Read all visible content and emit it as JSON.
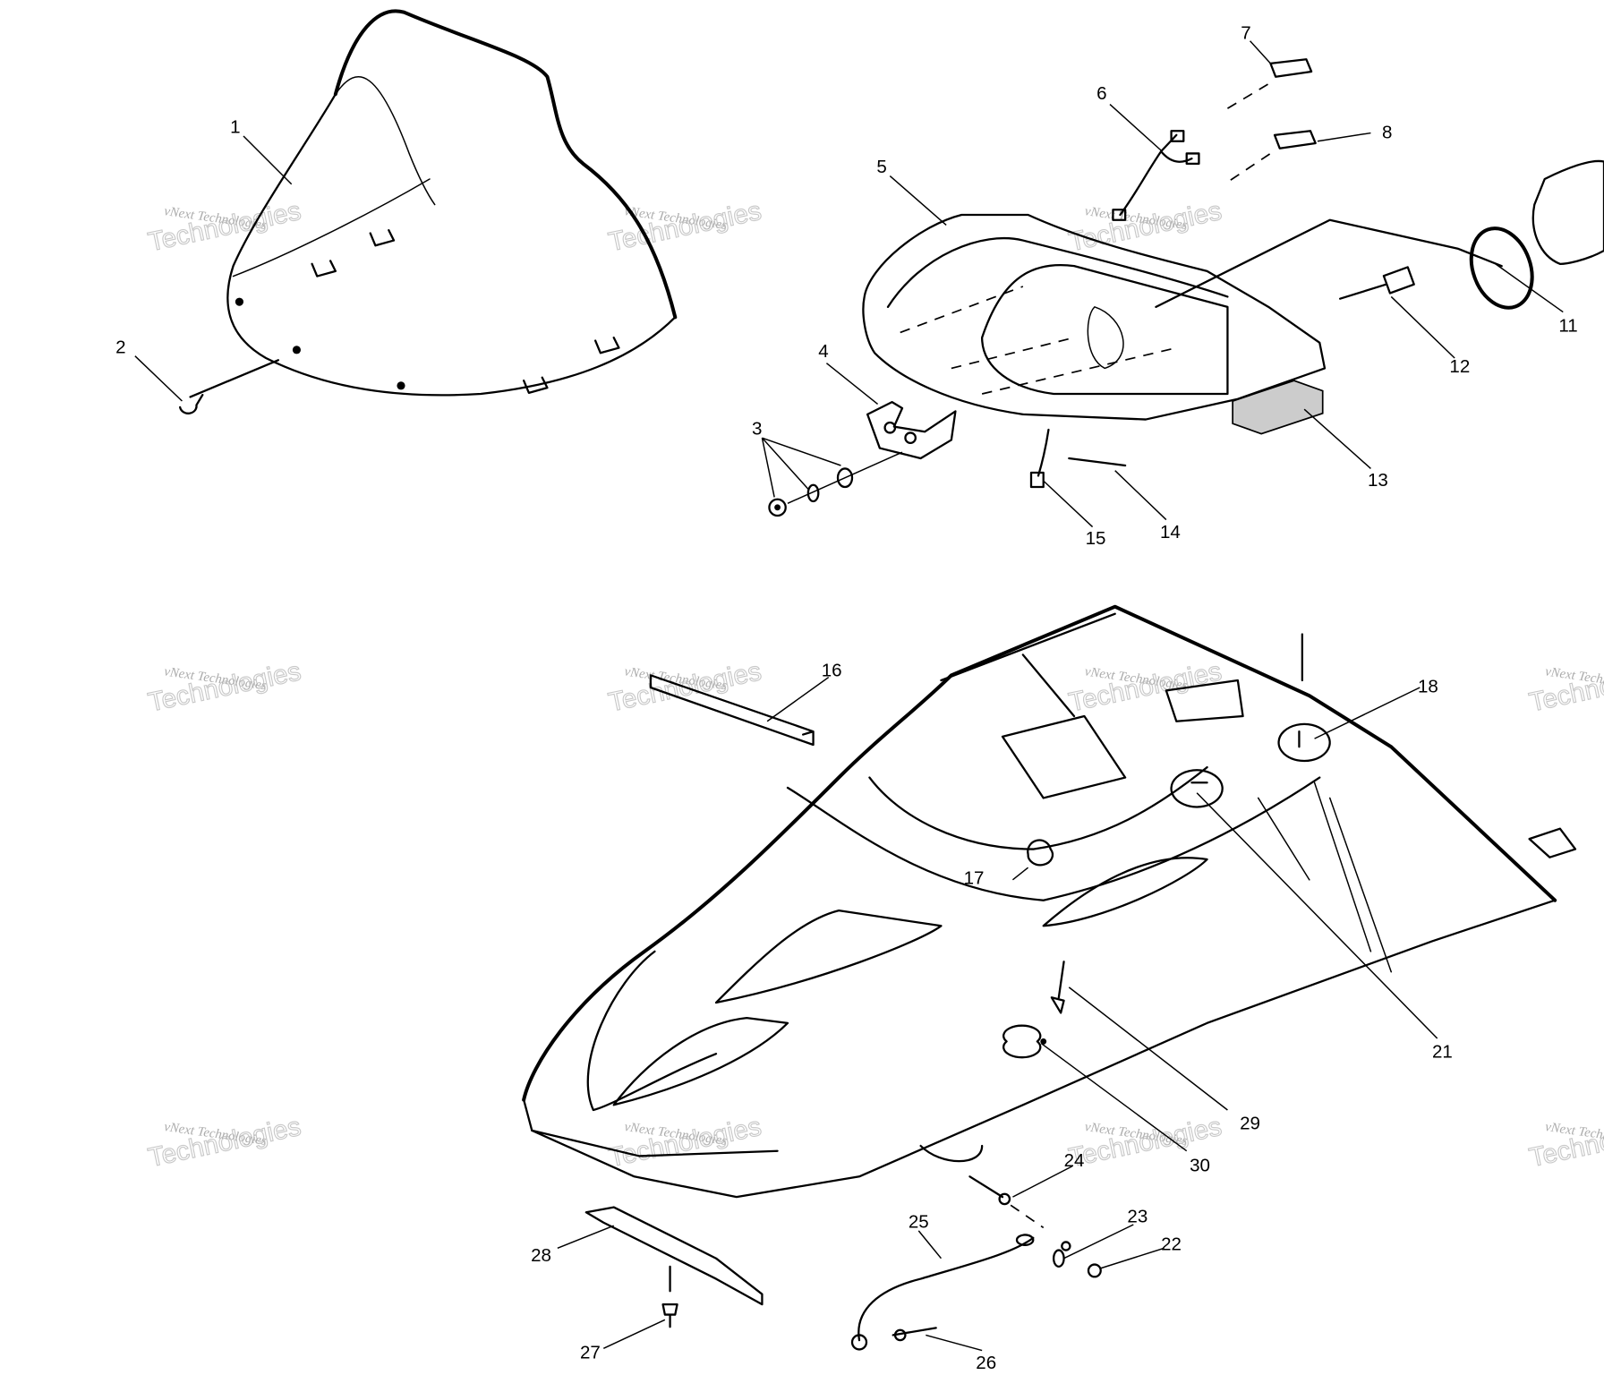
{
  "diagram": {
    "title": "Hood / windshield exploded parts view",
    "callouts": {
      "p1": "1",
      "p2": "2",
      "p3": "3",
      "p4": "4",
      "p5": "5",
      "p6": "6",
      "p7": "7",
      "p8": "8",
      "p11": "11",
      "p12": "12",
      "p13": "13",
      "p14": "14",
      "p15": "15",
      "p16": "16",
      "p17": "17",
      "p18": "18",
      "p21": "21",
      "p22": "22",
      "p23": "23",
      "p24": "24",
      "p25": "25",
      "p26": "26",
      "p27": "27",
      "p28": "28",
      "p29": "29",
      "p30": "30"
    },
    "watermark": {
      "line1": "vNext Technologies",
      "line2": "Technologies"
    }
  }
}
